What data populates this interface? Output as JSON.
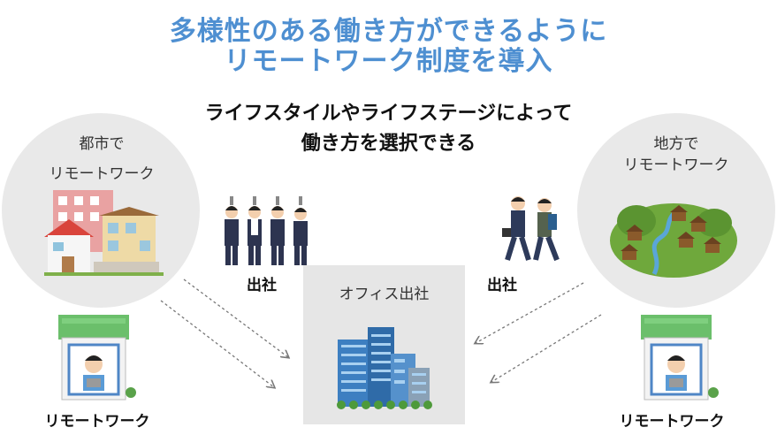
{
  "title": {
    "line1": "多様性のある働き方ができるように",
    "line2": "リモートワーク制度を導入"
  },
  "subtitle": {
    "line1": "ライフスタイルやライフステージによって",
    "line2": "働き方を選択できる"
  },
  "city_remote": {
    "line1": "都市で",
    "line2": "リモートワーク"
  },
  "rural_remote": {
    "line1": "地方で",
    "line2": "リモートワーク"
  },
  "office": {
    "label": "オフィス出社"
  },
  "commute_left_label": "出社",
  "commute_right_label": "出社",
  "remote_left_label": "リモートワーク",
  "remote_right_label": "リモートワーク",
  "colors": {
    "title_blue": "#4e8fd1",
    "circle_gray": "#e9e9e9",
    "office_gray": "#e6e6e6",
    "arrow_gray": "#777777"
  }
}
